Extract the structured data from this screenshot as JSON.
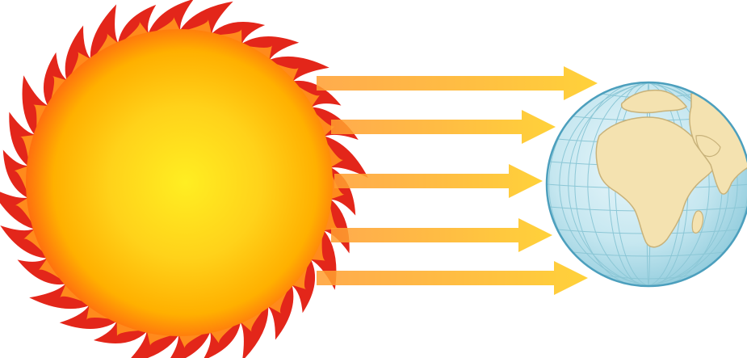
{
  "scene": {
    "elements": [
      "sun",
      "light-rays",
      "earth"
    ],
    "colors": {
      "background": "#ffffff",
      "sun_core": "#ffee22",
      "sun_mid": "#ffb000",
      "sun_edge": "#ff5a14",
      "flames": "#e3261a",
      "flames_inner": "#ff8a1c",
      "ray_start": "#ff9d2e",
      "ray_end": "#ffd23a",
      "ocean": "#bfe4ee",
      "ocean_edge": "#7ec3d6",
      "land": "#f4e2b0",
      "land_edge": "#c8b27a",
      "grid": "#8cc7d6",
      "outline": "#4c9fbd"
    },
    "ray_count": 5,
    "flame_count": 30
  }
}
